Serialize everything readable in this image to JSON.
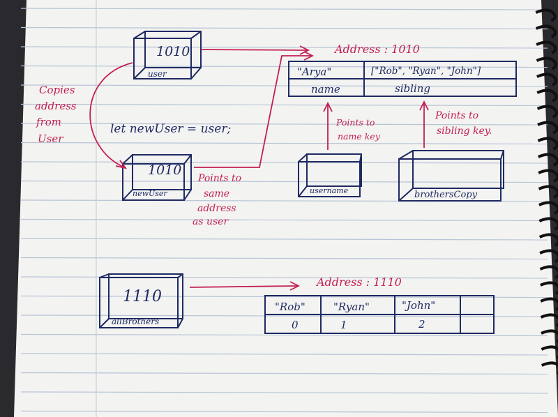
{
  "colors": {
    "ink": "#1f2a63",
    "pink": "#c21f52",
    "paper": "#f4f4f2",
    "rule": "#b9c6d8"
  },
  "top": {
    "user_box": {
      "value": "1010",
      "label": "user"
    },
    "newuser_box": {
      "value": "1010",
      "label": "newUser"
    },
    "code_line": "let newUser = user;",
    "copies_note": [
      "Copies",
      "address",
      "from",
      "User"
    ],
    "points_note": [
      "Points to",
      "same",
      "address",
      "as user"
    ],
    "address_title": "Address : 1010",
    "object_table": {
      "values": [
        "\"Arya\"",
        "[\"Rob\", \"Ryan\", \"John\"]"
      ],
      "keys": [
        "name",
        "sibling"
      ]
    },
    "name_note": [
      "Points to",
      "name key"
    ],
    "sibling_note": [
      "Points to",
      "sibling key."
    ],
    "username_box": {
      "label": "username"
    },
    "brotherscopy_box": {
      "label": "brothersCopy"
    }
  },
  "bottom": {
    "allbrothers_box": {
      "value": "1110",
      "label": "allBrothers"
    },
    "address_title": "Address : 1110",
    "array_table": {
      "values": [
        "\"Rob\"",
        "\"Ryan\"",
        "\"John\""
      ],
      "indices": [
        "0",
        "1",
        "2"
      ]
    }
  }
}
